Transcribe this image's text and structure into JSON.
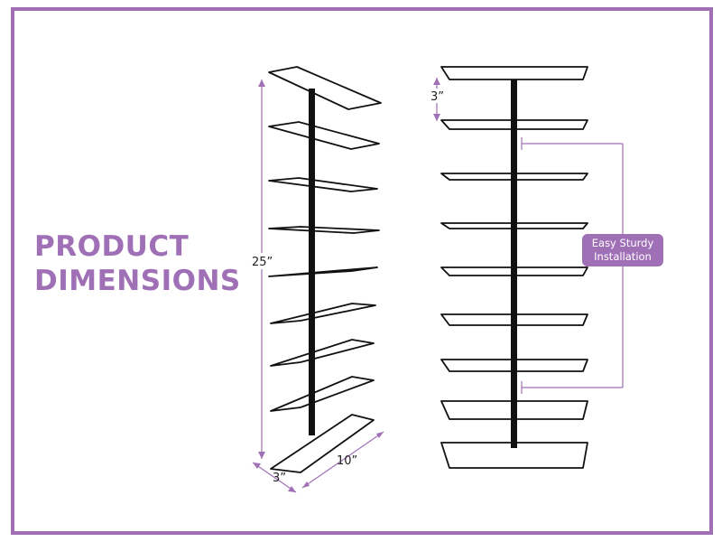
{
  "heading": {
    "line1": "PRODUCT",
    "line2": "DIMENSIONS"
  },
  "dimensions": {
    "height": "25”",
    "depth": "3”",
    "width": "10”",
    "spacing": "3”"
  },
  "callout": {
    "line1": "Easy Sturdy",
    "line2": "Installation"
  },
  "colors": {
    "accent": "#a070b6",
    "rack": "#111111"
  },
  "shelves": {
    "side_view_count": 9,
    "front_view_count": 9
  }
}
